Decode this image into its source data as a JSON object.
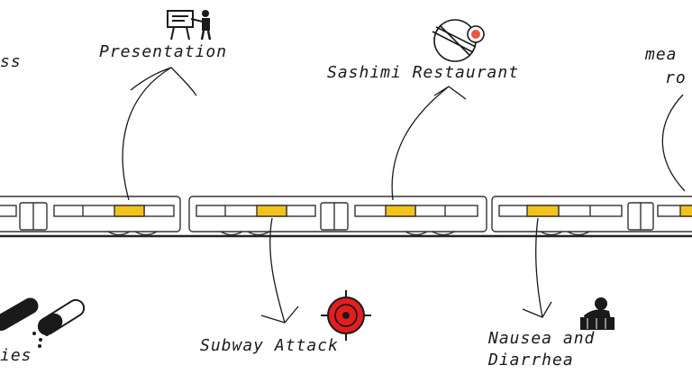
{
  "labels": {
    "fitness_partial": "ss",
    "presentation": "Presentation",
    "sashimi_restaurant": "Sashimi Restaurant",
    "meeting_room_line1": "mea",
    "meeting_room_line2": "ro",
    "allergies_partial": "ies",
    "subway_attack": "Subway Attack",
    "nausea_line1": "Nausea and",
    "nausea_line2": "Diarrhea"
  },
  "colors": {
    "window_highlight": "#f2c21b",
    "target_red": "#e41e1e",
    "ink": "#1a1a1a"
  },
  "icons": [
    "presentation-icon",
    "no-sushi-icon",
    "target-icon",
    "sick-person-icon",
    "pills-icon"
  ]
}
